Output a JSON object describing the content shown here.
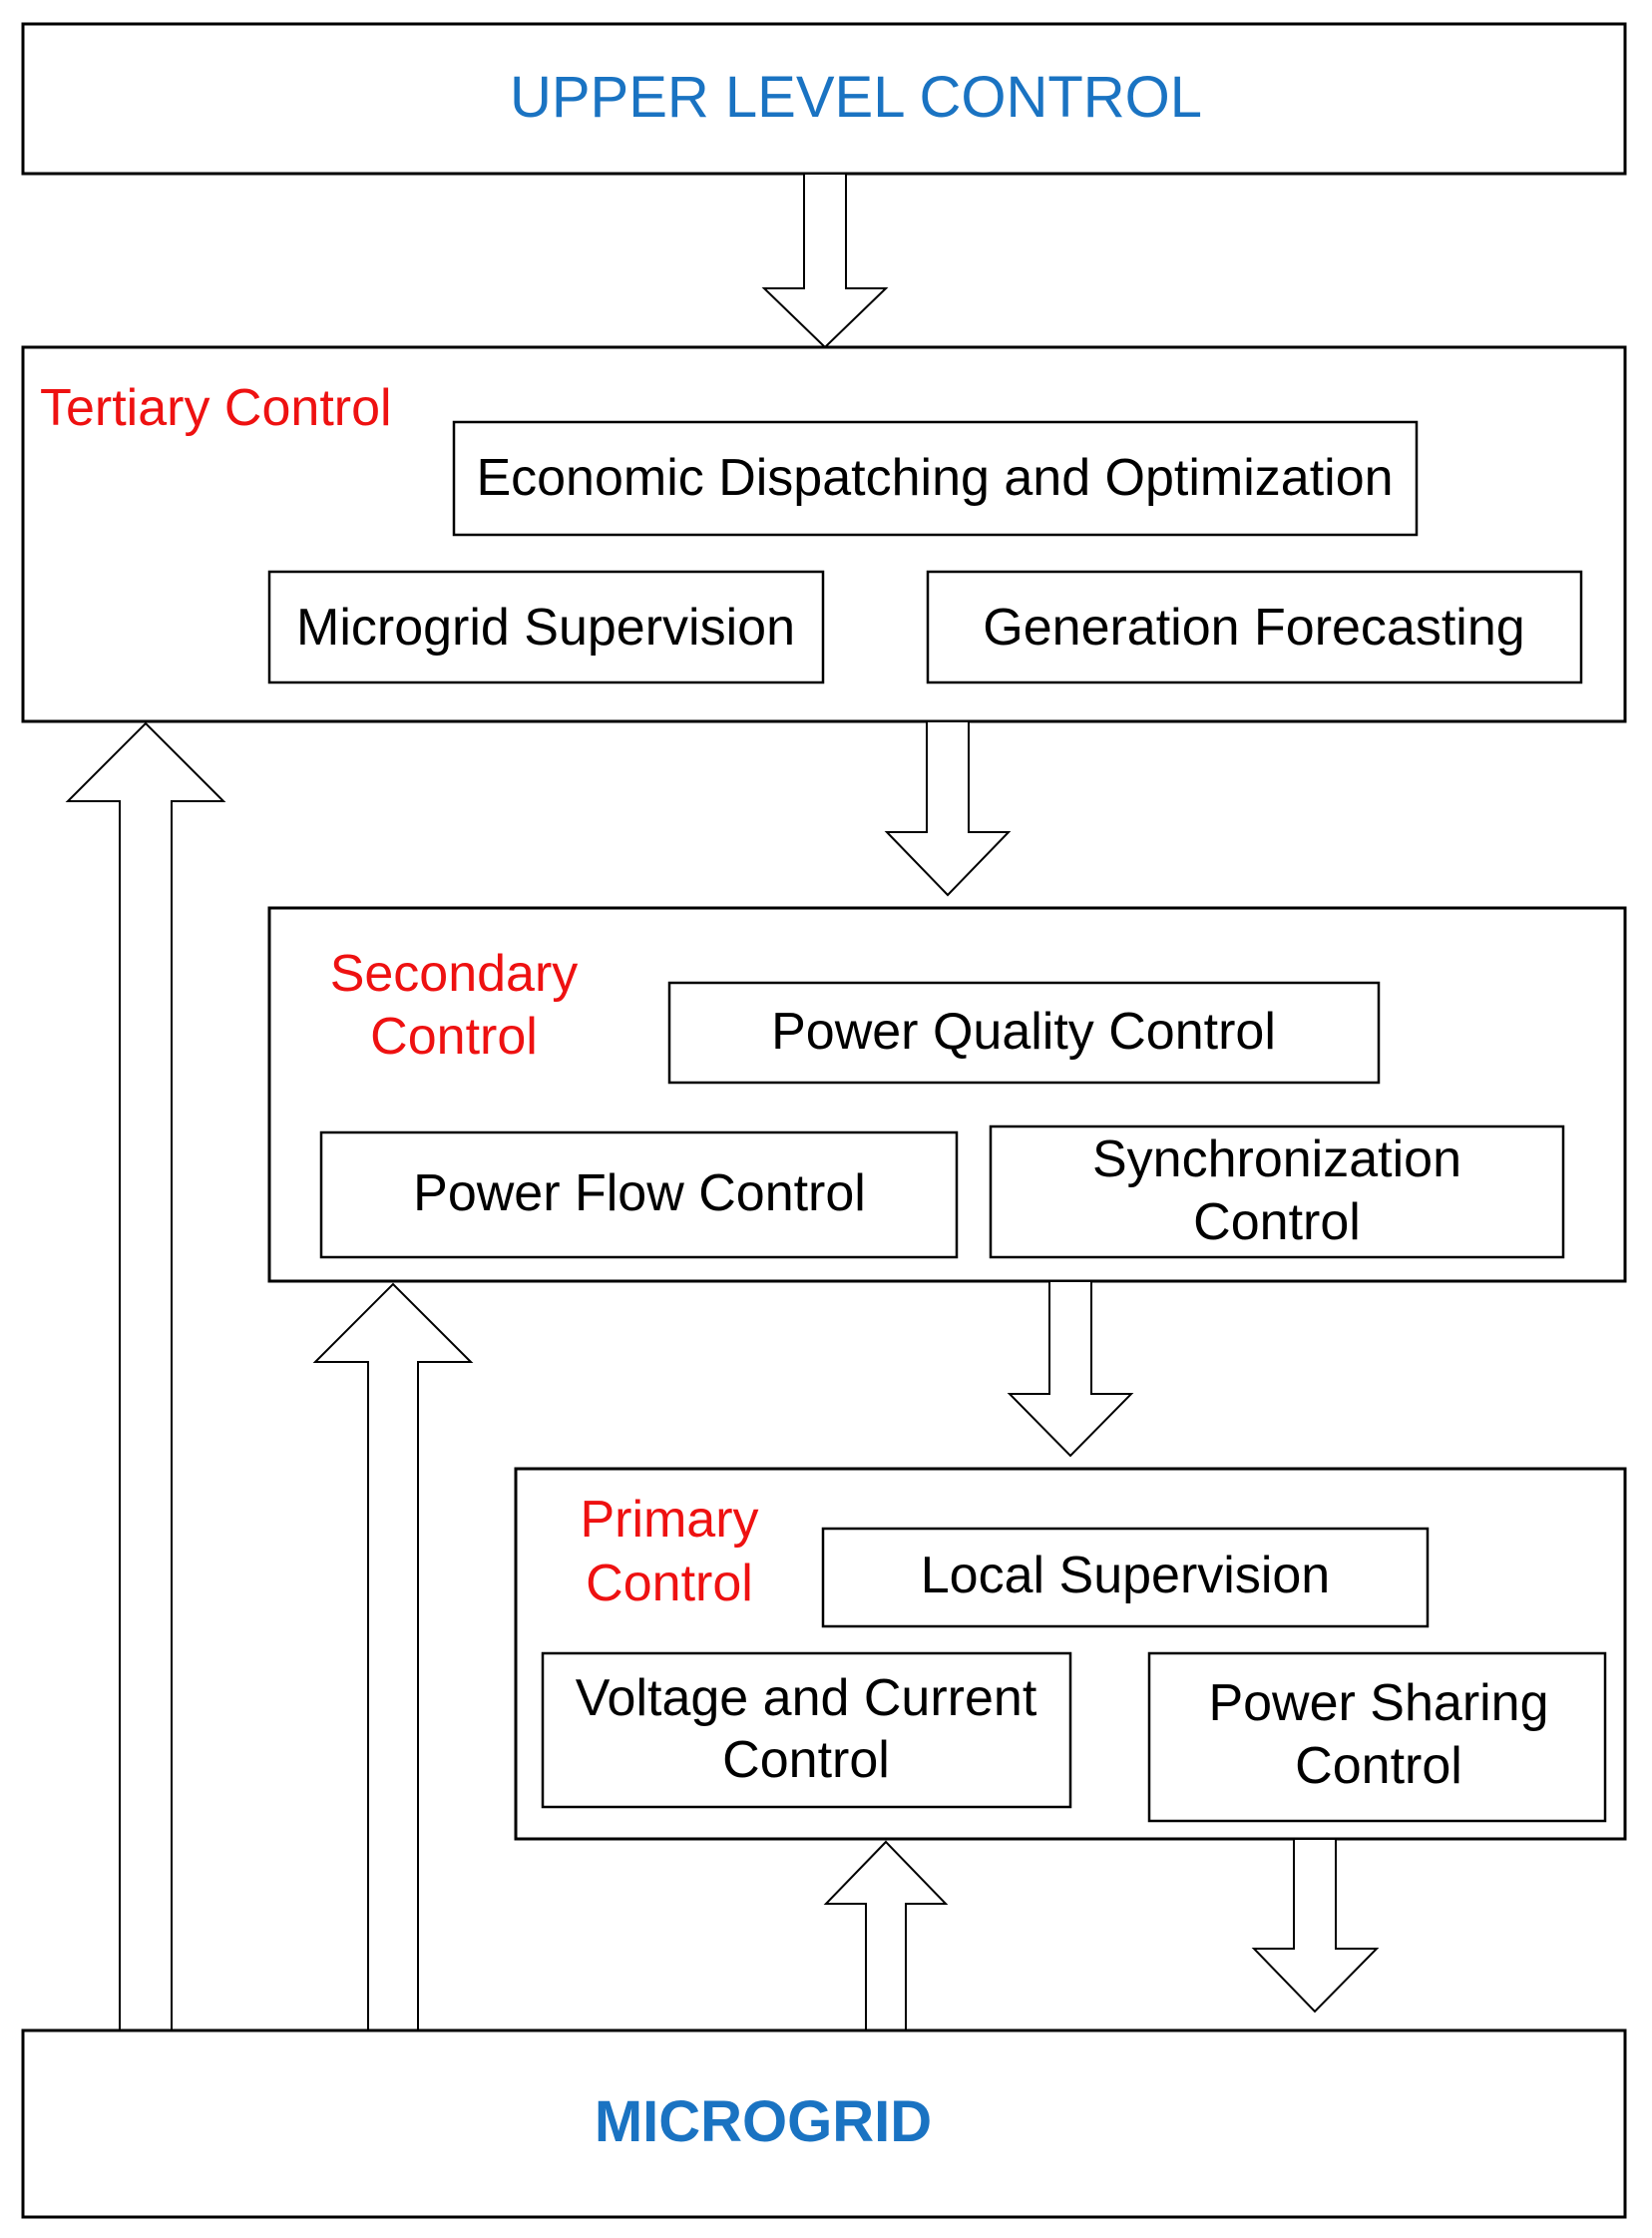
{
  "colors": {
    "title_blue": "#1a73c2",
    "level_red": "#ee1111",
    "line_black": "#000000",
    "background": "#ffffff"
  },
  "upper": {
    "title": "UPPER LEVEL CONTROL"
  },
  "tertiary": {
    "label": "Tertiary Control",
    "items": {
      "economic": "Economic Dispatching and Optimization",
      "supervision": "Microgrid Supervision",
      "forecasting": "Generation Forecasting"
    }
  },
  "secondary": {
    "label_line1": "Secondary",
    "label_line2": "Control",
    "items": {
      "power_quality": "Power Quality Control",
      "power_flow": "Power Flow Control",
      "sync_line1": "Synchronization",
      "sync_line2": "Control"
    }
  },
  "primary": {
    "label_line1": "Primary",
    "label_line2": "Control",
    "items": {
      "local": "Local Supervision",
      "vc_line1": "Voltage and Current",
      "vc_line2": "Control",
      "ps_line1": "Power Sharing",
      "ps_line2": "Control"
    }
  },
  "microgrid": {
    "title": "MICROGRID"
  }
}
